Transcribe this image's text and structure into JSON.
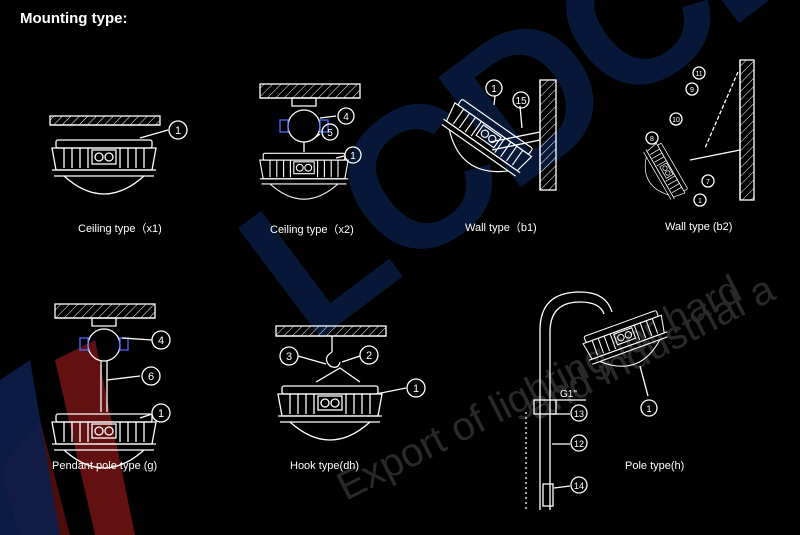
{
  "header": {
    "title": "Mounting type:"
  },
  "watermark": {
    "brand": "LCDCE",
    "line1": "Export of lighting for hard",
    "line2": "and industrial a"
  },
  "captions": {
    "x1": "Ceiling type（x1)",
    "x2": "Ceiling type（x2)",
    "b1": "Wall type（b1)",
    "b2": "Wall type (b2)",
    "g": "Pendant pole type (g)",
    "dh": "Hook type(dh)",
    "h": "Pole type(h)"
  },
  "callouts": {
    "x1_1": "1",
    "x2_4": "4",
    "x2_5": "5",
    "x2_1": "1",
    "b1_1": "1",
    "b1_15": "15",
    "b2_11": "11",
    "b2_9": "9",
    "b2_10": "10",
    "b2_8": "8",
    "b2_7": "7",
    "b2_1": "1",
    "g_4": "4",
    "g_6": "6",
    "g_1": "1",
    "dh_3": "3",
    "dh_2": "2",
    "dh_1": "1",
    "h_g1": "G1\"",
    "h_13": "13",
    "h_12": "12",
    "h_14": "14",
    "h_1": "1"
  },
  "colors": {
    "background": "#000000",
    "line": "#ffffff",
    "accent_red": "#b31b1b",
    "accent_blue": "#0c2c63"
  }
}
